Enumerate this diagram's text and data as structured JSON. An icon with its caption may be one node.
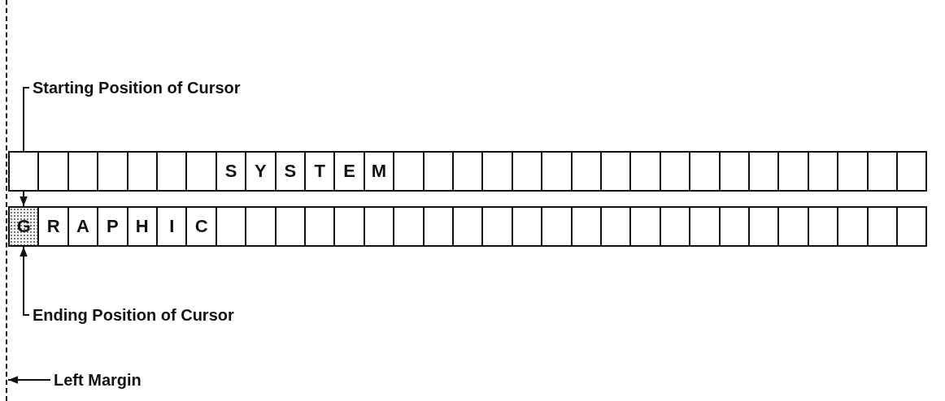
{
  "diagram": {
    "nodes": [
      {
        "text": [],
        "shape": "line"
      },
      {
        "text": [
          "Starting Position of Cursor"
        ]
      },
      {
        "text": [],
        "shape": "box"
      },
      {
        "text": [],
        "shape": "box"
      },
      {
        "text": [],
        "shape": "box"
      },
      {
        "text": [],
        "shape": "box"
      },
      {
        "text": [],
        "shape": "box"
      },
      {
        "text": [],
        "shape": "box"
      },
      {
        "text": [],
        "shape": "box"
      },
      {
        "text": [
          "S"
        ]
      },
      {
        "text": [
          "Y"
        ]
      },
      {
        "text": [
          "S"
        ]
      },
      {
        "text": [
          "T"
        ]
      },
      {
        "text": [
          "E"
        ]
      },
      {
        "text": [
          "M"
        ]
      },
      {
        "text": [],
        "shape": "box"
      },
      {
        "text": [],
        "shape": "box"
      },
      {
        "text": [],
        "shape": "box"
      },
      {
        "text": [],
        "shape": "box"
      },
      {
        "text": [],
        "shape": "box"
      },
      {
        "text": [],
        "shape": "box"
      },
      {
        "text": [],
        "shape": "box"
      },
      {
        "text": [],
        "shape": "box"
      },
      {
        "text": [],
        "shape": "box"
      },
      {
        "text": [],
        "shape": "box"
      },
      {
        "text": [],
        "shape": "box"
      },
      {
        "text": [],
        "shape": "box"
      },
      {
        "text": [],
        "shape": "box"
      },
      {
        "text": [],
        "shape": "box"
      },
      {
        "text": [],
        "shape": "box"
      },
      {
        "text": [],
        "shape": "box"
      },
      {
        "text": [],
        "shape": "box"
      },
      {
        "text": [],
        "shape": "box"
      },
      {
        "text": [
          "G"
        ]
      },
      {
        "text": [
          "R"
        ]
      },
      {
        "text": [
          "A"
        ]
      },
      {
        "text": [
          "P"
        ]
      },
      {
        "text": [
          "H"
        ]
      },
      {
        "text": [
          "I"
        ]
      },
      {
        "text": [
          "C"
        ]
      },
      {
        "text": [],
        "shape": "box"
      },
      {
        "text": [],
        "shape": "box"
      },
      {
        "text": [],
        "shape": "box"
      },
      {
        "text": [],
        "shape": "box"
      },
      {
        "text": [],
        "shape": "box"
      },
      {
        "text": [],
        "shape": "box"
      },
      {
        "text": [],
        "shape": "box"
      },
      {
        "text": [],
        "shape": "box"
      },
      {
        "text": [],
        "shape": "box"
      },
      {
        "text": [],
        "shape": "box"
      },
      {
        "text": [],
        "shape": "box"
      },
      {
        "text": [],
        "shape": "box"
      },
      {
        "text": [],
        "shape": "box"
      },
      {
        "text": [],
        "shape": "box"
      },
      {
        "text": [],
        "shape": "box"
      },
      {
        "text": [],
        "shape": "box"
      },
      {
        "text": [],
        "shape": "box"
      },
      {
        "text": [],
        "shape": "box"
      },
      {
        "text": [],
        "shape": "box"
      },
      {
        "text": [],
        "shape": "box"
      },
      {
        "text": [],
        "shape": "box"
      },
      {
        "text": [],
        "shape": "box"
      },
      {
        "text": [],
        "shape": "box"
      },
      {
        "text": [],
        "shape": "box"
      },
      {
        "text": [
          "Ending Position of Cursor"
        ]
      },
      {
        "text": [
          "Left Margin"
        ]
      }
    ],
    "edges": [
      {
        "from": 1,
        "to": 33,
        "arrow": "to"
      },
      {
        "from": 64,
        "to": 33,
        "arrow": "to"
      },
      {
        "from": 65,
        "to": 0,
        "arrow": "to"
      }
    ]
  }
}
